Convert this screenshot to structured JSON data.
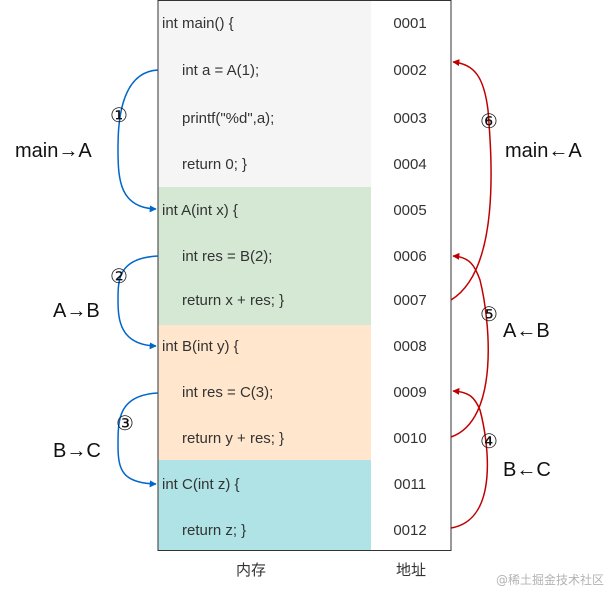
{
  "colors": {
    "main_bg": "#f5f5f5",
    "func_a_bg": "#d5e8d4",
    "func_b_bg": "#ffe6cc",
    "func_c_bg": "#b0e3e6",
    "call_arrow": "#0066cc",
    "return_arrow": "#c00000",
    "border": "#333333"
  },
  "memory": {
    "caption": "内存",
    "rows": [
      {
        "code": "int main() {",
        "address": "0001",
        "group": "main",
        "indent": 0
      },
      {
        "code": "int a = A(1);",
        "address": "0002",
        "group": "main",
        "indent": 1
      },
      {
        "code": "printf(\"%d\",a);",
        "address": "0003",
        "group": "main",
        "indent": 1
      },
      {
        "code": "return 0;  }",
        "address": "0004",
        "group": "main",
        "indent": 1
      },
      {
        "code": "int A(int x) {",
        "address": "0005",
        "group": "a",
        "indent": 0
      },
      {
        "code": "int res = B(2);",
        "address": "0006",
        "group": "a",
        "indent": 1
      },
      {
        "code": "return x + res;  }",
        "address": "0007",
        "group": "a",
        "indent": 1
      },
      {
        "code": "int B(int y) {",
        "address": "0008",
        "group": "b",
        "indent": 0
      },
      {
        "code": "int res = C(3);",
        "address": "0009",
        "group": "b",
        "indent": 1
      },
      {
        "code": "return y + res;  }",
        "address": "0010",
        "group": "b",
        "indent": 1
      },
      {
        "code": "int C(int z) {",
        "address": "0011",
        "group": "c",
        "indent": 0
      },
      {
        "code": "return z;  }",
        "address": "0012",
        "group": "c",
        "indent": 1
      }
    ]
  },
  "address_caption": "地址",
  "calls": [
    {
      "step": "①",
      "label": "main→A"
    },
    {
      "step": "②",
      "label": "A→B"
    },
    {
      "step": "③",
      "label": "B→C"
    }
  ],
  "returns": [
    {
      "step": "④",
      "label": "B←C"
    },
    {
      "step": "⑤",
      "label": "A←B"
    },
    {
      "step": "⑥",
      "label": "main←A"
    }
  ],
  "watermark": "@稀土掘金技术社区"
}
